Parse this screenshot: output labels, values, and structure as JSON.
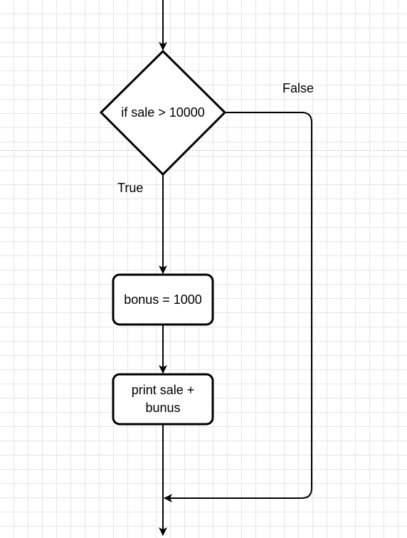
{
  "diagram": {
    "decision": {
      "label": "if sale > 10000"
    },
    "process_bonus": {
      "label": "bonus = 1000"
    },
    "process_print": {
      "label": "print sale +\nbunus"
    },
    "edge_true": {
      "label": "True"
    },
    "edge_false": {
      "label": "False"
    }
  },
  "colors": {
    "stroke": "#000000",
    "grid": "#e6e6e6",
    "background": "#ffffff"
  }
}
